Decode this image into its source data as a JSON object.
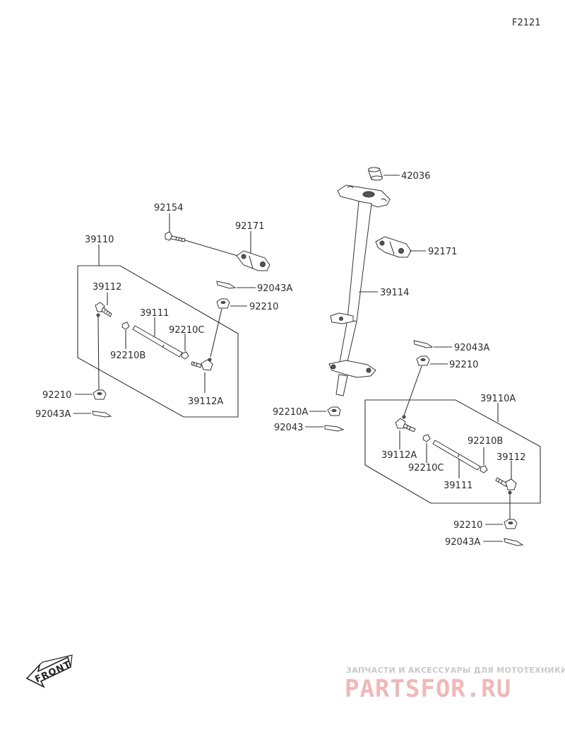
{
  "diagram": {
    "figure_code": "F2121",
    "front_label": "FRONT",
    "watermark": {
      "line1": "ЗАПЧАСТИ И АКСЕССУАРЫ ДЛЯ МОТОТЕХНИКИ",
      "line2": "PARTSFOR.RU"
    },
    "labels": {
      "p42036": "42036",
      "p92154": "92154",
      "p92171_left": "92171",
      "p92171_right": "92171",
      "p39110": "39110",
      "p39110A": "39110A",
      "p39112_left": "39112",
      "p39112_right": "39112",
      "p92043A_upper_left": "92043A",
      "p92043A_right": "92043A",
      "p92043A_lower_left": "92043A",
      "p92043A_lower_right": "92043A",
      "p92210_upper_left": "92210",
      "p92210_lower_left": "92210",
      "p92210_upper_right": "92210",
      "p92210_lower_right": "92210",
      "p39114": "39114",
      "p39111_left": "39111",
      "p39111_right": "39111",
      "p92210C_left": "92210C",
      "p92210C_right": "92210C",
      "p92210B_left": "92210B",
      "p92210B_right": "92210B",
      "p39112A_left": "39112A",
      "p39112A_right": "39112A",
      "p92210A": "92210A",
      "p92043": "92043"
    }
  }
}
